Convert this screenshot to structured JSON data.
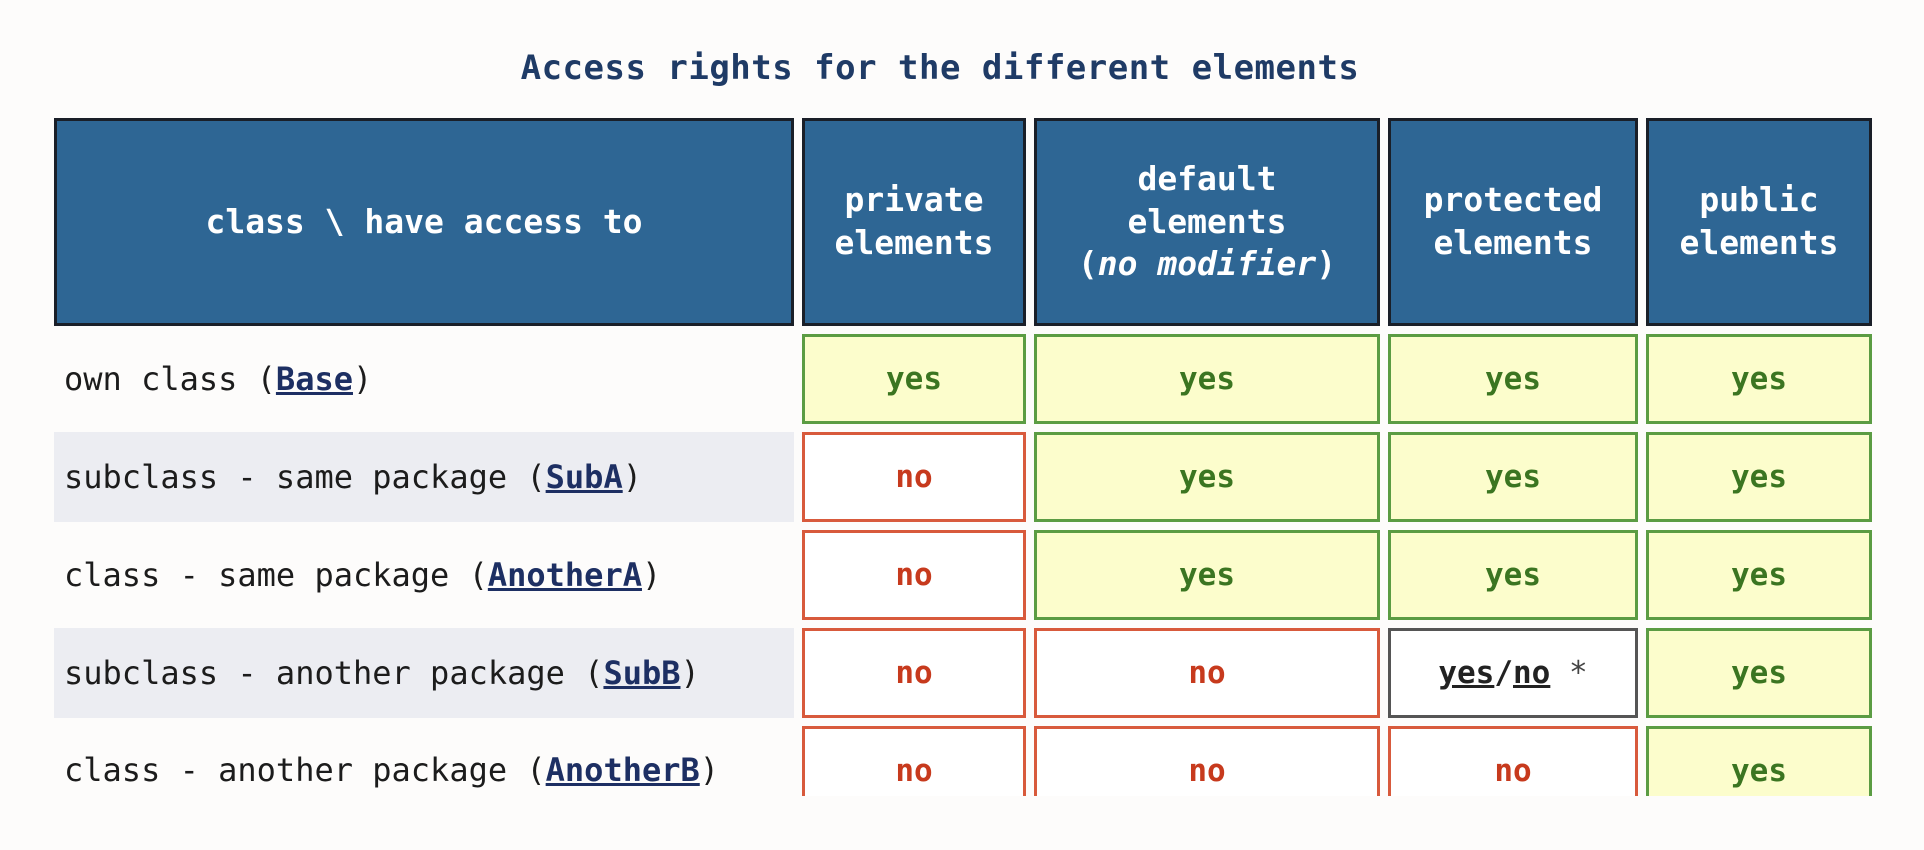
{
  "caption": "Access rights for the different elements",
  "header": {
    "row_header": "class \\ have access to",
    "private": [
      "private",
      "elements"
    ],
    "default": [
      "default",
      "elements",
      "(",
      "no modifier",
      ")"
    ],
    "protected": [
      "protected",
      "elements"
    ],
    "public": [
      "public",
      "elements"
    ]
  },
  "rows": [
    {
      "label": "own class (",
      "link": "Base",
      "close": ")",
      "private": "yes",
      "default": "yes",
      "protected": "yes",
      "public": "yes"
    },
    {
      "label": "subclass - same package (",
      "link": "SubA",
      "close": ")",
      "private": "no",
      "default": "yes",
      "protected": "yes",
      "public": "yes"
    },
    {
      "label": "class - same package (",
      "link": "AnotherA",
      "close": ")",
      "private": "no",
      "default": "yes",
      "protected": "yes",
      "public": "yes"
    },
    {
      "label": "subclass - another package (",
      "link": "SubB",
      "close": ")",
      "private": "no",
      "default": "no",
      "protected": {
        "a": "yes",
        "sep": "/",
        "b": "no",
        "mark": " *"
      },
      "public": "yes"
    },
    {
      "label": "class - another package (",
      "link": "AnotherB",
      "close": ")",
      "private": "no",
      "default": "no",
      "protected": "no",
      "public": "yes"
    }
  ],
  "colors": {
    "header_bg": "#2e6694",
    "yes_bg": "#fcfdcc",
    "yes_border": "#5b9c43",
    "no_border": "#d85a3c",
    "caption": "#1f3b66"
  }
}
